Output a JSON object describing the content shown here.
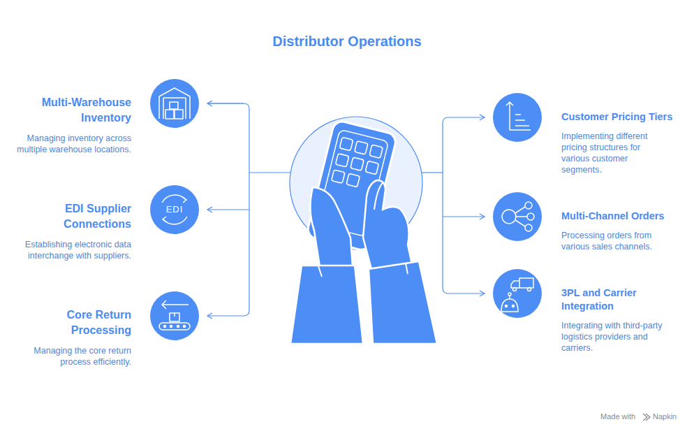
{
  "diagram": {
    "title": "Distributor Operations",
    "nodes": [
      {
        "text": [
          "Multi-Warehouse Inventory",
          "Managing inventory across multiple warehouse locations."
        ]
      },
      {
        "text": [
          "EDI Supplier Connections",
          "Establishing electronic data interchange with suppliers."
        ]
      },
      {
        "text": [
          "Core Return Processing",
          "Managing the core return process efficiently."
        ]
      },
      {
        "text": [
          "Customer Pricing Tiers",
          "Implementing different pricing structures for various customer segments."
        ]
      },
      {
        "text": [
          "Multi-Channel Orders",
          "Processing orders from various sales channels."
        ]
      },
      {
        "text": [
          "3PL and Carrier Integration",
          "Integrating with third-party logistics providers and carriers."
        ]
      }
    ],
    "labels": [
      "EDI",
      "Made with",
      "Napkin"
    ]
  }
}
